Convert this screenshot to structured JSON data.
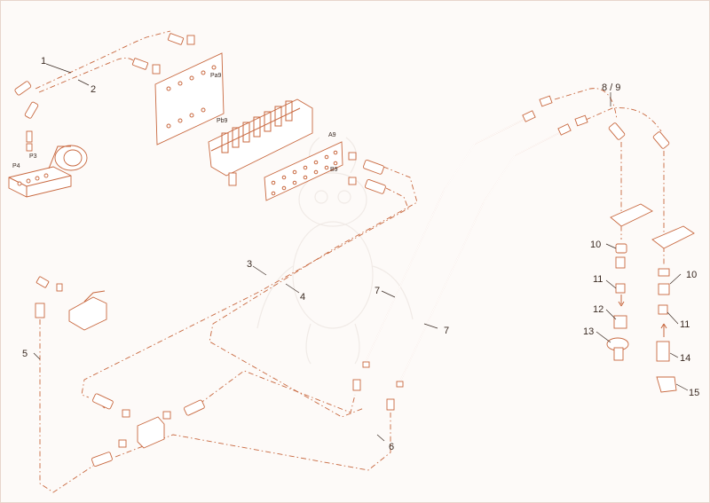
{
  "diagram": {
    "callouts": {
      "c1": "1",
      "c2": "2",
      "c3": "3",
      "c4": "4",
      "c5": "5",
      "c6": "6",
      "c7a": "7",
      "c7b": "7",
      "c89": "8 / 9",
      "c10a": "10",
      "c10b": "10",
      "c11a": "11",
      "c11b": "11",
      "c12": "12",
      "c13": "13",
      "c14": "14",
      "c15": "15"
    },
    "ports": {
      "pa9": "Pa9",
      "pb9": "Pb9",
      "a9": "A9",
      "b9": "B9",
      "p3": "P3",
      "p4": "P4"
    },
    "colors": {
      "line": "#c8683f",
      "text": "#3a2a22",
      "background": "#fdfaf8"
    }
  }
}
